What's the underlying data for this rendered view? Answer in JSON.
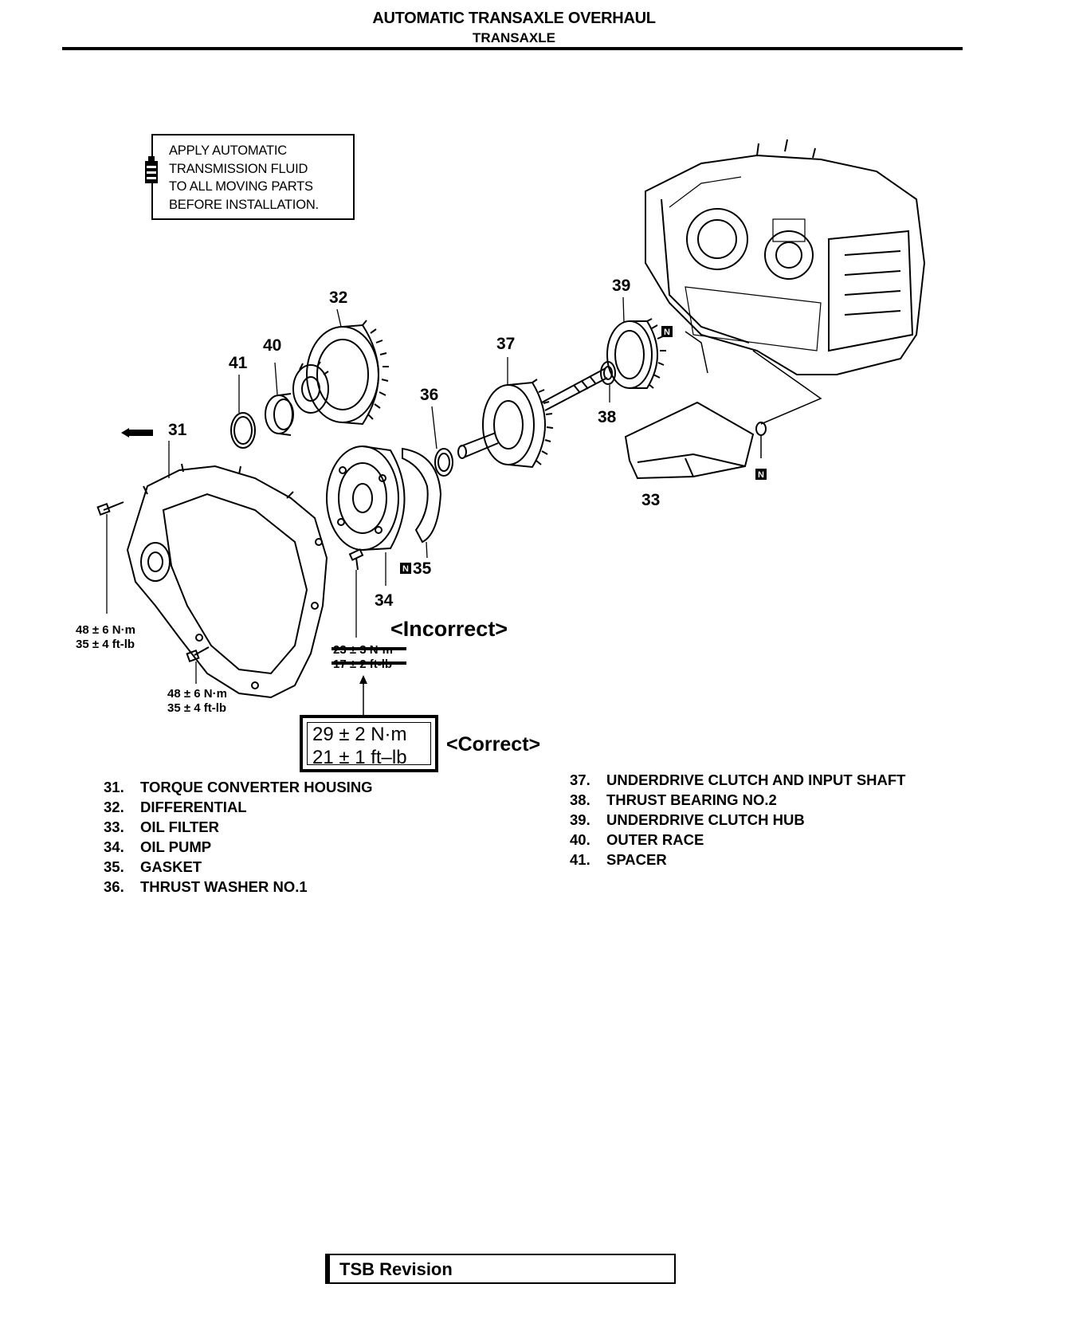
{
  "header": {
    "title": "AUTOMATIC TRANSAXLE OVERHAUL",
    "subtitle": "TRANSAXLE"
  },
  "note": {
    "text": "APPLY AUTOMATIC\nTRANSMISSION FLUID\nTO ALL MOVING PARTS\nBEFORE INSTALLATION.",
    "icon": "fluid-bottle-icon"
  },
  "callouts": {
    "c31": "31",
    "c32": "32",
    "c33": "33",
    "c34": "34",
    "c35": "35",
    "c36": "36",
    "c37": "37",
    "c38": "38",
    "c39": "39",
    "c40": "40",
    "c41": "41"
  },
  "new_part_mark": "N",
  "torque": {
    "housing_a_nm": "48 ± 6 N·m",
    "housing_a_ftlb": "35 ± 4 ft-lb",
    "housing_b_nm": "48 ± 6 N·m",
    "housing_b_ftlb": "35 ± 4 ft-lb",
    "pump_incorrect_nm": "23 ± 3 N·m",
    "pump_incorrect_ftlb": "17 ± 2 ft-lb",
    "pump_correct_nm": "29 ± 2 N·m",
    "pump_correct_ftlb": "21 ± 1 ft–lb"
  },
  "labels": {
    "incorrect": "<Incorrect>",
    "correct": "<Correct>"
  },
  "legend_left": [
    {
      "num": "31.",
      "name": "TORQUE CONVERTER HOUSING"
    },
    {
      "num": "32.",
      "name": "DIFFERENTIAL"
    },
    {
      "num": "33.",
      "name": "OIL FILTER"
    },
    {
      "num": "34.",
      "name": "OIL PUMP"
    },
    {
      "num": "35.",
      "name": "GASKET"
    },
    {
      "num": "36.",
      "name": "THRUST WASHER NO.1"
    }
  ],
  "legend_right": [
    {
      "num": "37.",
      "name": "UNDERDRIVE CLUTCH AND INPUT SHAFT"
    },
    {
      "num": "38.",
      "name": "THRUST BEARING NO.2"
    },
    {
      "num": "39.",
      "name": "UNDERDRIVE CLUTCH HUB"
    },
    {
      "num": "40.",
      "name": "OUTER RACE"
    },
    {
      "num": "41.",
      "name": "SPACER"
    }
  ],
  "footer": {
    "tsb": "TSB Revision"
  }
}
